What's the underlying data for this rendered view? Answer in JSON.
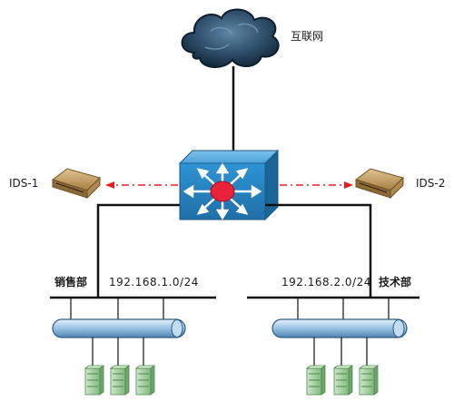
{
  "labels": {
    "internet": "互联网",
    "ids1": "IDS-1",
    "ids2": "IDS-2",
    "dept_left": "销售部",
    "subnet_left": "192.168.1.0/24",
    "subnet_right": "192.168.2.0/24",
    "dept_right": "技术部"
  },
  "colors": {
    "cloud": "#2e4f6b",
    "switch": "#2f8fce",
    "switch_center": "#e8223a",
    "ids_device": "#c9a46a",
    "bus": "#9fc6e6",
    "server": "#9ccf9a",
    "mirror_arrow": "#e02020",
    "wire": "#111111"
  },
  "icons": {
    "cloud": "cloud-icon",
    "switch": "layer3-switch-icon",
    "ids": "ids-appliance-icon",
    "bus": "network-bus-icon",
    "server": "server-icon"
  }
}
